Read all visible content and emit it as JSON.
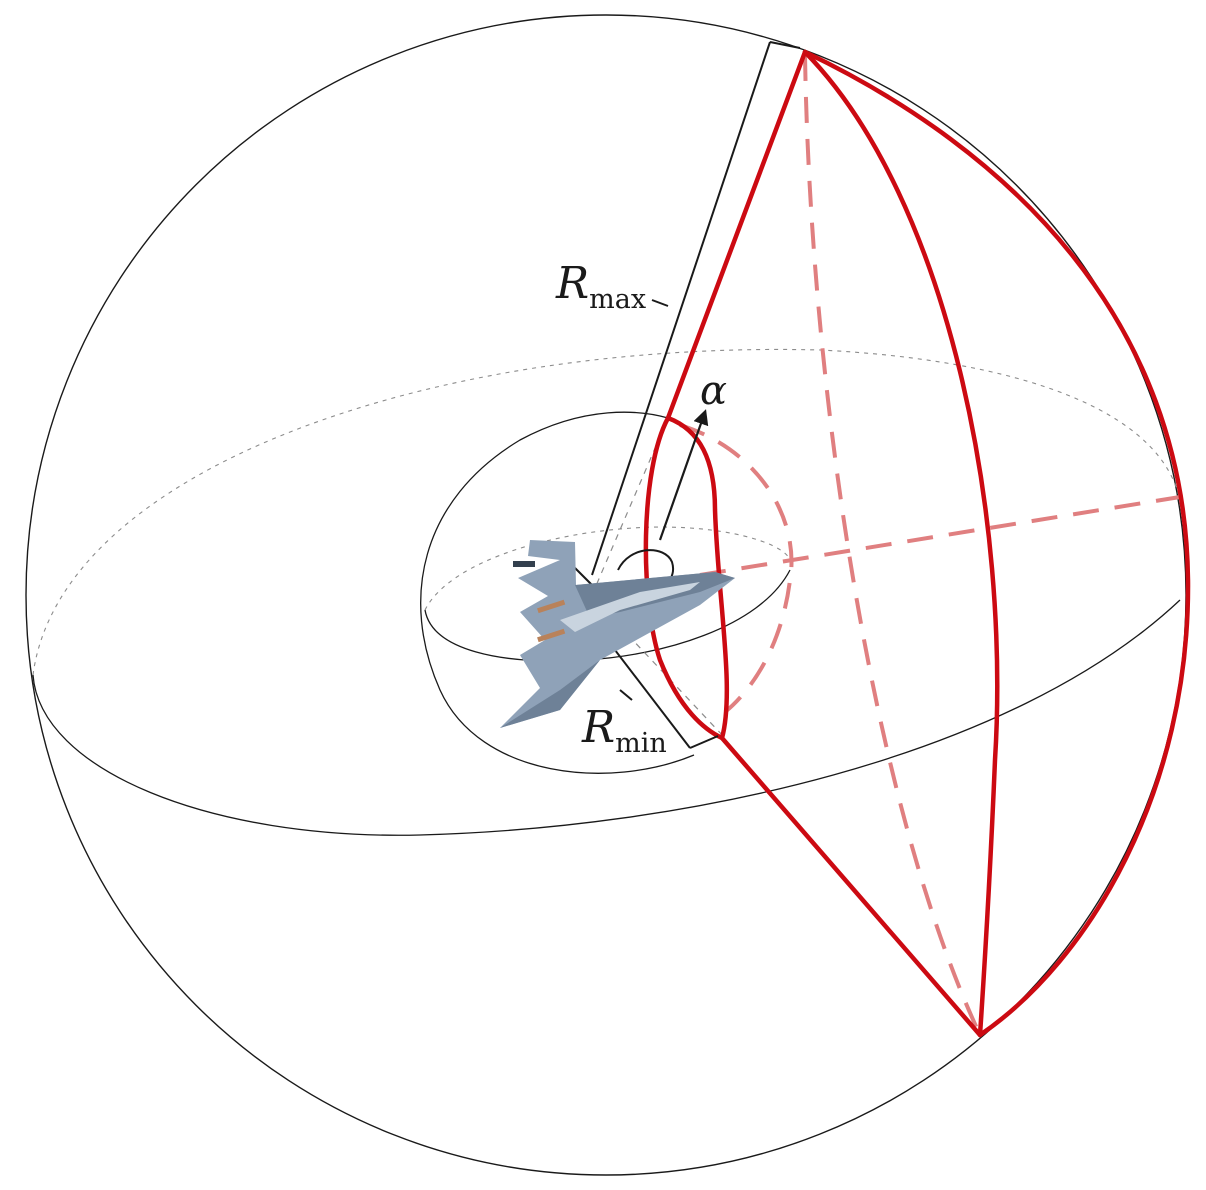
{
  "labels": {
    "r_max": {
      "main": "R",
      "sub": "max"
    },
    "r_min": {
      "main": "R",
      "sub": "min"
    },
    "angle": "α"
  },
  "colors": {
    "outline": "#1a1a1a",
    "guide": "#8c8c8c",
    "sector": "#cc0a12",
    "sector_hidden": "#e07f80",
    "background": "#ffffff",
    "aircraft_body": "#8fa2b8",
    "aircraft_shade": "#6e8197",
    "aircraft_highlight": "#c9d4df",
    "aircraft_engine": "#b9825a"
  },
  "icons": {
    "aircraft": "stealth-bomber-icon",
    "direction_arrow": "arrow-icon"
  }
}
